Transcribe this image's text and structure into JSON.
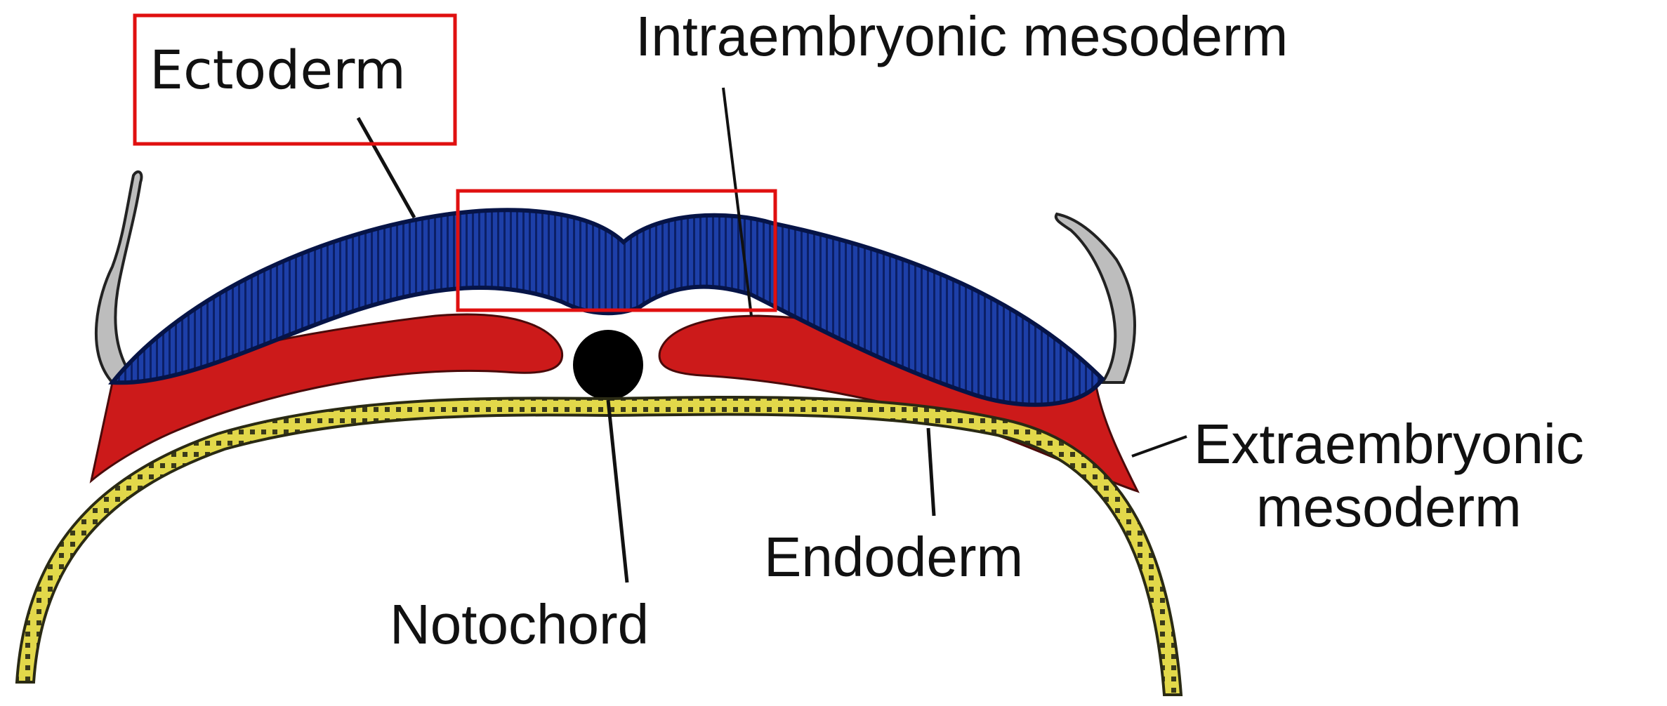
{
  "labels": {
    "ectoderm": "Ectoderm",
    "intraembryonic_mesoderm": "Intraembryonic mesoderm",
    "extraembryonic_line1": "Extraembryonic",
    "extraembryonic_line2": "mesoderm",
    "endoderm": "Endoderm",
    "notochord": "Notochord"
  },
  "colors": {
    "ectoderm": "#1d3fa8",
    "mesoderm": "#cc1a1a",
    "endoderm": "#d9d23a",
    "notochord": "#000000",
    "highlight_box": "#e01010"
  }
}
